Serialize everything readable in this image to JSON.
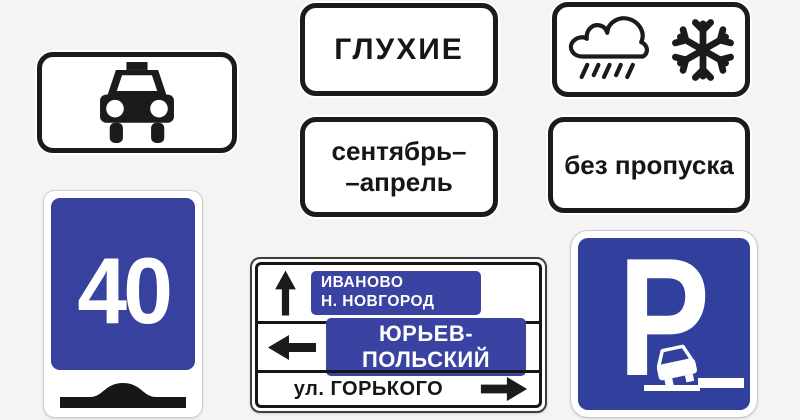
{
  "colors": {
    "background": "#f4f4f5",
    "border-black": "#1b1b1b",
    "forty-blue": "#36429e",
    "plate-blue": "#3b43a2",
    "parking-blue": "#30409c"
  },
  "plates": {
    "taxi": {
      "icon": "taxi-front-icon"
    },
    "deaf": {
      "label": "ГЛУХИЕ"
    },
    "weather": {
      "icons": [
        "rain-cloud-icon",
        "snowflake-icon"
      ]
    },
    "months": {
      "line1": "сентябрь–",
      "line2": "–апрель"
    },
    "no_pass": {
      "label": "без пропуска"
    }
  },
  "speed_hump_sign": {
    "speed": "40",
    "icon": "speed-bump-icon"
  },
  "direction_sign": {
    "rows": [
      {
        "direction": "up",
        "destination_line1": "ИВАНОВО",
        "destination_line2": "Н. НОВГОРОД"
      },
      {
        "direction": "left",
        "destination": "ЮРЬЕВ-ПОЛЬСКИЙ"
      },
      {
        "direction": "right",
        "destination": "ул. ГОРЬКОГО"
      }
    ]
  },
  "parking_sign": {
    "letter": "P",
    "icon": "car-on-curb-icon"
  }
}
